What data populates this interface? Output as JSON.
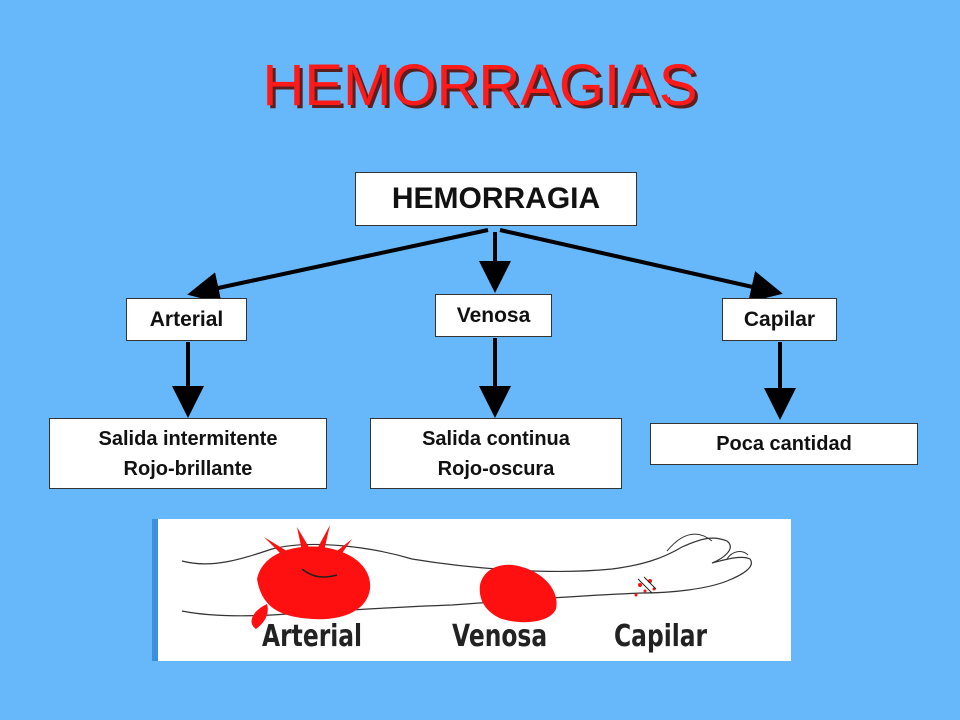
{
  "title": "HEMORRAGIAS",
  "root": "HEMORRAGIA",
  "types": [
    {
      "label": "Arterial",
      "desc_line1": "Salida intermitente",
      "desc_line2": "Rojo-brillante"
    },
    {
      "label": "Venosa",
      "desc_line1": "Salida continua",
      "desc_line2": "Rojo-oscura"
    },
    {
      "label": "Capilar",
      "desc_line1": "Poca cantidad",
      "desc_line2": ""
    }
  ],
  "illustration": {
    "labels": [
      "Arterial",
      "Venosa",
      "Capilar"
    ],
    "blood_color": "#ff1010"
  },
  "colors": {
    "background": "#66b8fa",
    "title": "#ff1a1a"
  }
}
